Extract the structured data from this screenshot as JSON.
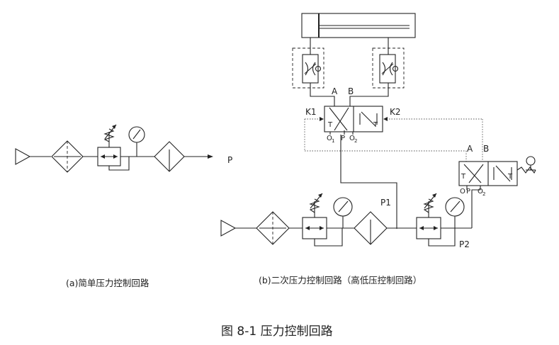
{
  "figure_title": "图 8-1 压力控制回路",
  "caption_a": "(a)简单压力控制回路",
  "caption_b": "(b)二次压力控制回路（高低压控制回路）",
  "label_P": "P",
  "label_P1": "P1",
  "label_P2": "P2",
  "label_K1": "K1",
  "label_K2": "K2",
  "valve_top": {
    "A": "A",
    "B": "B",
    "T_left": "T",
    "T_right": "T",
    "P": "P",
    "O": "O",
    "sub1": "1",
    "sub2": "2"
  },
  "valve_low": {
    "A": "A",
    "B": "B",
    "T_left": "T",
    "T_right": "T",
    "O": "O",
    "P": "P",
    "sub2": "2"
  }
}
